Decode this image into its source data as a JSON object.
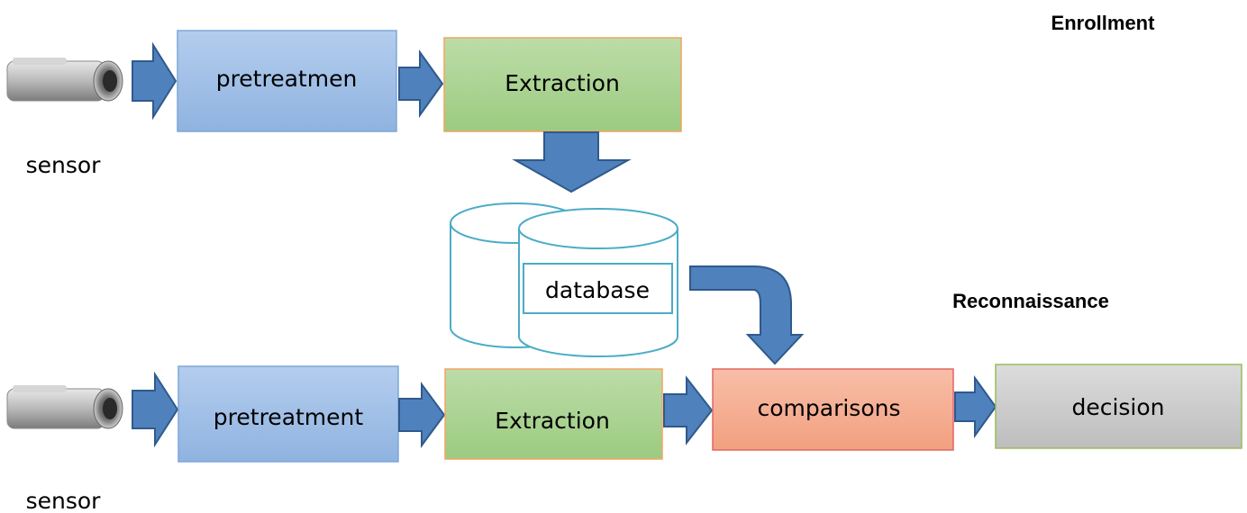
{
  "enrollment": {
    "title": "Enrollment",
    "sensor_label": "sensor",
    "pretreatment_label": "pretreatmen",
    "extraction_label": "Extraction"
  },
  "database": {
    "label": "database"
  },
  "recognition": {
    "title": "Reconnaissance",
    "sensor_label": "sensor",
    "pretreatment_label": "pretreatment",
    "extraction_label": "Extraction",
    "comparisons_label": "comparisons",
    "decision_label": "decision"
  },
  "colors": {
    "arrow": "#4f81bd",
    "pretreatment_fill": "#9cbde6",
    "extraction_fill": "#a9d18e",
    "extraction_stroke": "#f4a460",
    "comparisons_fill": "#f4a58a",
    "comparisons_stroke": "#e06666",
    "decision_fill": "#c8c8c8",
    "decision_stroke": "#9bbb59",
    "database_stroke": "#4bacc6"
  },
  "icons": [
    "camera-icon"
  ]
}
